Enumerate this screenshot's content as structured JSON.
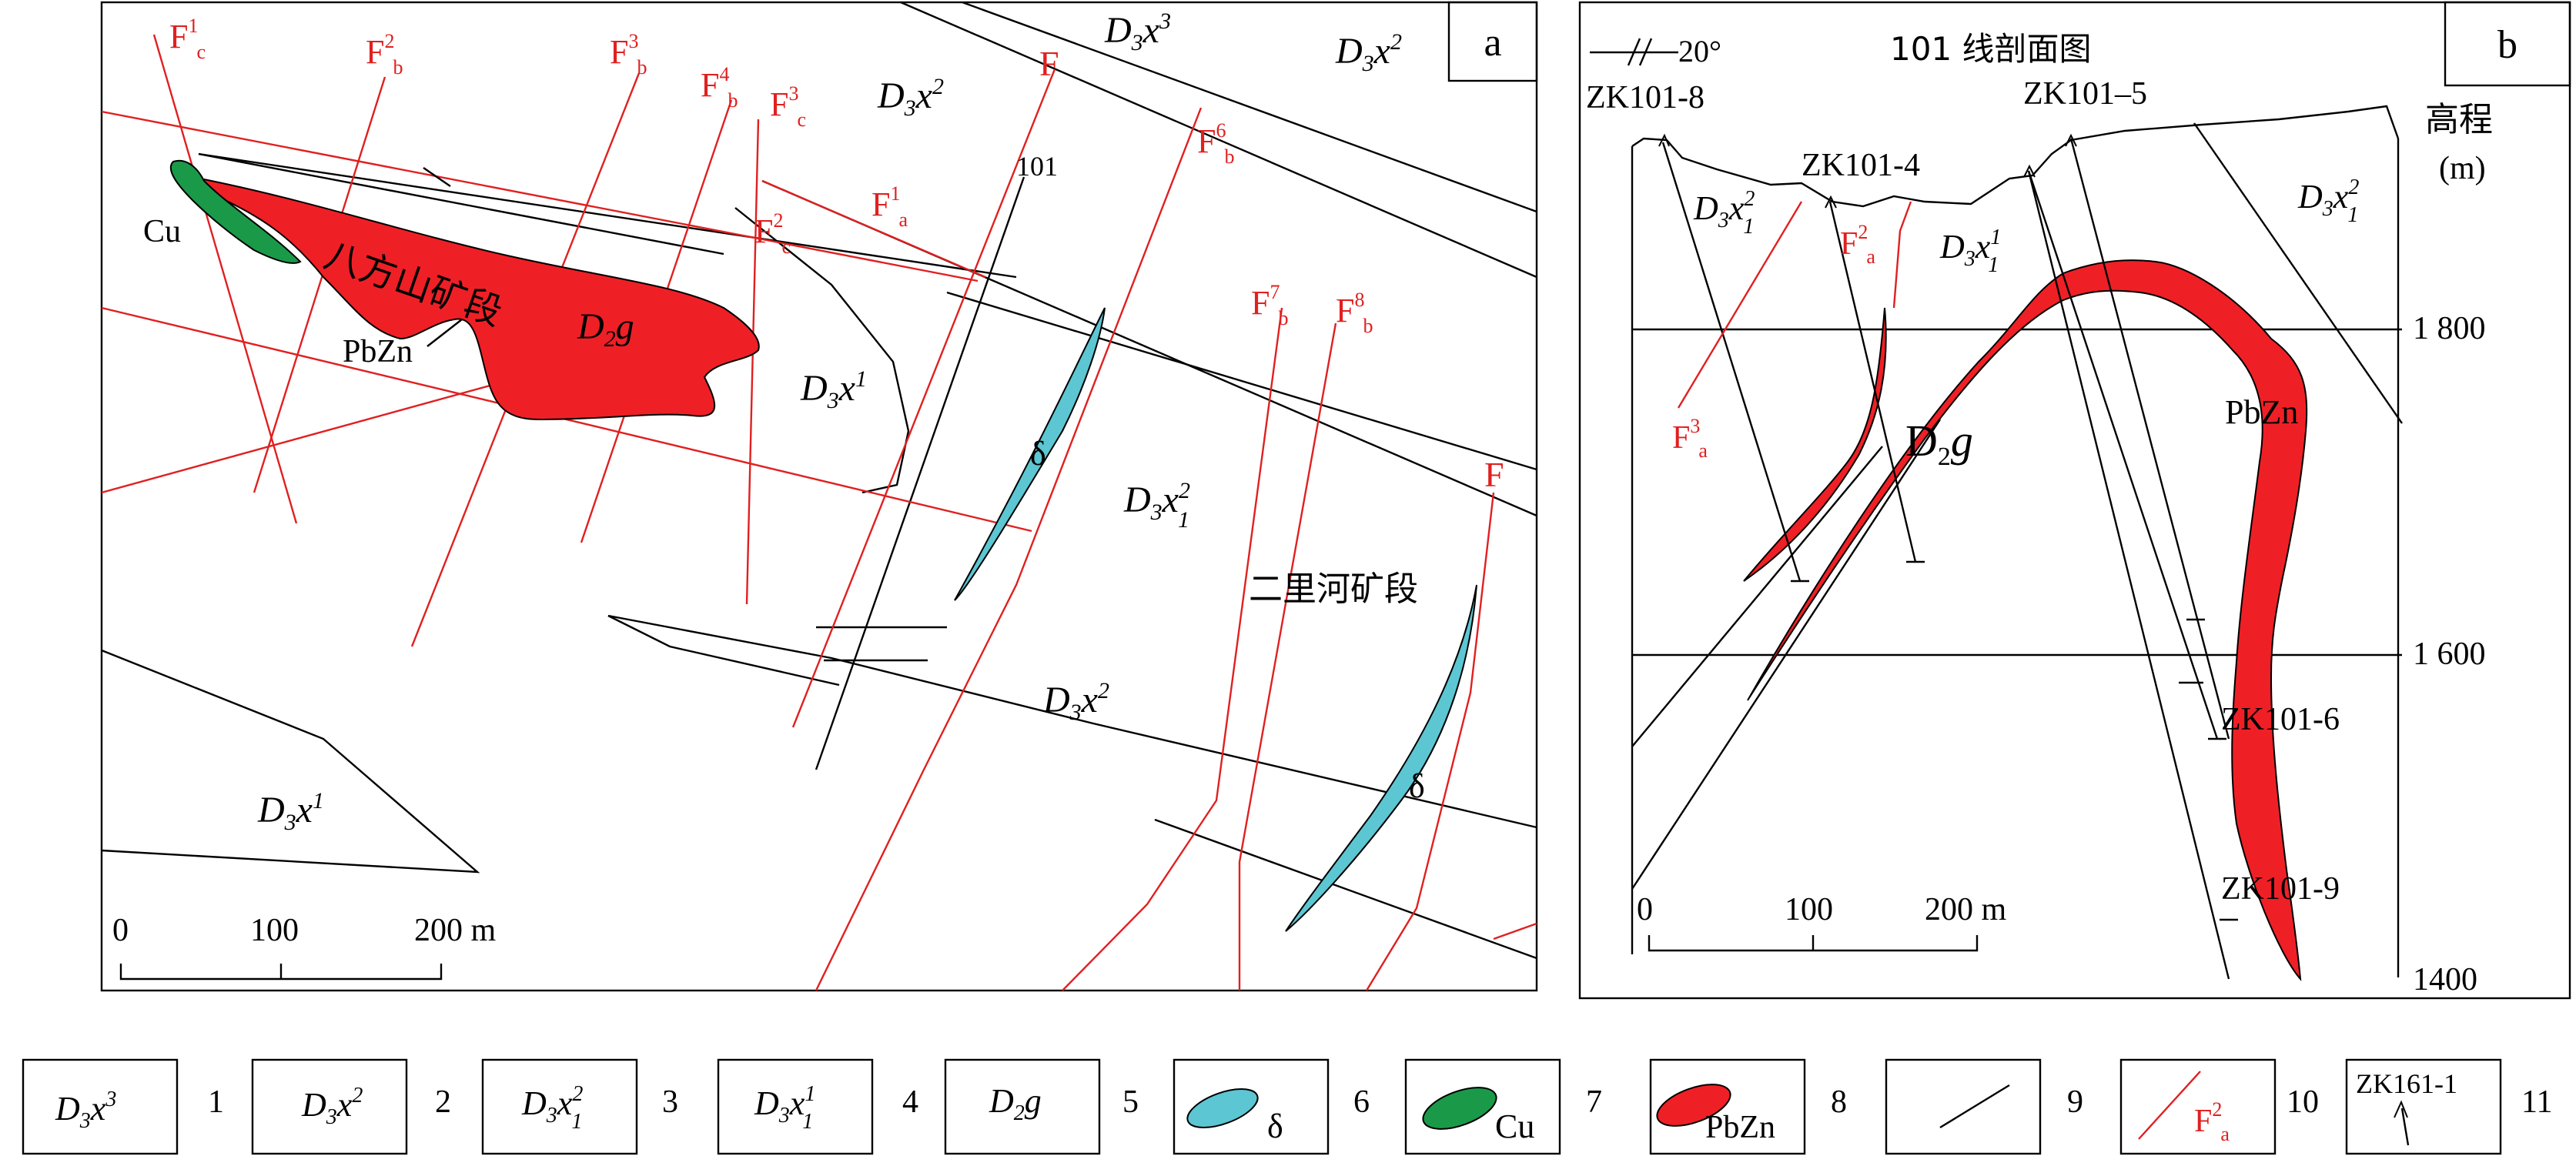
{
  "panel_a": {
    "label": "a",
    "strata": {
      "d3x3": {
        "base": "D",
        "sub": "3",
        "mid": "x",
        "sup": "3"
      },
      "d3x2": {
        "base": "D",
        "sub": "3",
        "mid": "x",
        "sup": "2"
      },
      "d3x1": {
        "base": "D",
        "sub": "3",
        "mid": "x",
        "sup": "1"
      },
      "d3x1_2": {
        "base": "D",
        "sub": "3",
        "mid": "x",
        "sup": "2",
        "sub2": "1"
      },
      "d2g": {
        "base": "D",
        "sub": "2",
        "mid": "g"
      }
    },
    "faults": {
      "f1c": {
        "base": "F",
        "sup": "1",
        "sub": "c"
      },
      "f2b": {
        "base": "F",
        "sup": "2",
        "sub": "b"
      },
      "f3b": {
        "base": "F",
        "sup": "3",
        "sub": "b"
      },
      "f4b": {
        "base": "F",
        "sup": "4",
        "sub": "b"
      },
      "f3c": {
        "base": "F",
        "sup": "3",
        "sub": "c"
      },
      "f1a": {
        "base": "F",
        "sup": "1",
        "sub": "a"
      },
      "f2c": {
        "base": "F",
        "sup": "2",
        "sub": "c"
      },
      "f6b": {
        "base": "F",
        "sup": "6",
        "sub": "b"
      },
      "f7b": {
        "base": "F",
        "sup": "7",
        "sub": "b"
      },
      "f8b": {
        "base": "F",
        "sup": "8",
        "sub": "b"
      },
      "f_main": "F",
      "f_east": "F"
    },
    "line_101": "101",
    "ore_cu": "Cu",
    "ore_pbzn": "PbZn",
    "delta": "δ",
    "district_bafangshan": "八方山矿段",
    "district_erlihe": "二里河矿段",
    "scale": {
      "t0": "0",
      "t1": "100",
      "t2": "200 m"
    }
  },
  "panel_b": {
    "label": "b",
    "title": "101 线剖面图",
    "dip": "20°",
    "elevation_label": "高程",
    "elevation_unit": "(m)",
    "elevations": [
      "1 800",
      "1 600",
      "1400"
    ],
    "holes": {
      "zk101_8": "ZK101-8",
      "zk101_4": "ZK101-4",
      "zk101_5": "ZK101–5",
      "zk101_6": "ZK101-6",
      "zk101_9": "ZK101-9"
    },
    "faults": {
      "f2a": {
        "base": "F",
        "sup": "2",
        "sub": "a"
      },
      "f3a": {
        "base": "F",
        "sup": "3",
        "sub": "a"
      }
    },
    "strata": {
      "d3x1_2_left": {
        "base": "D",
        "sub": "3",
        "mid": "x",
        "sup": "2",
        "sub2": "1"
      },
      "d3x1_1": {
        "base": "D",
        "sub": "3",
        "mid": "x",
        "sup": "1",
        "sub2": "1"
      },
      "d3x1_2_right": {
        "base": "D",
        "sub": "3",
        "mid": "x",
        "sup": "2",
        "sub2": "1"
      },
      "d2g": {
        "base": "D",
        "sub": "2",
        "mid": "g"
      }
    },
    "ore_pbzn": "PbZn",
    "scale": {
      "t0": "0",
      "t1": "100",
      "t2": "200 m"
    }
  },
  "legend": [
    {
      "num": "1",
      "base": "D",
      "sub": "3",
      "mid": "x",
      "sup": "3"
    },
    {
      "num": "2",
      "base": "D",
      "sub": "3",
      "mid": "x",
      "sup": "2"
    },
    {
      "num": "3",
      "base": "D",
      "sub": "3",
      "mid": "x",
      "sup": "2",
      "sub2": "1"
    },
    {
      "num": "4",
      "base": "D",
      "sub": "3",
      "mid": "x",
      "sup": "1",
      "sub2": "1"
    },
    {
      "num": "5",
      "base": "D",
      "sub": "2",
      "mid": "g"
    },
    {
      "num": "6",
      "text": "δ"
    },
    {
      "num": "7",
      "text": "Cu"
    },
    {
      "num": "8",
      "text": "PbZn"
    },
    {
      "num": "9"
    },
    {
      "num": "10",
      "base": "F",
      "sup": "2",
      "sub": "a"
    },
    {
      "num": "11",
      "text": "ZK161-1"
    }
  ],
  "colors": {
    "fault": "#e02020",
    "pbzn": "#ee2026",
    "cu": "#1a9a48",
    "diorite": "#5cc6d2"
  }
}
